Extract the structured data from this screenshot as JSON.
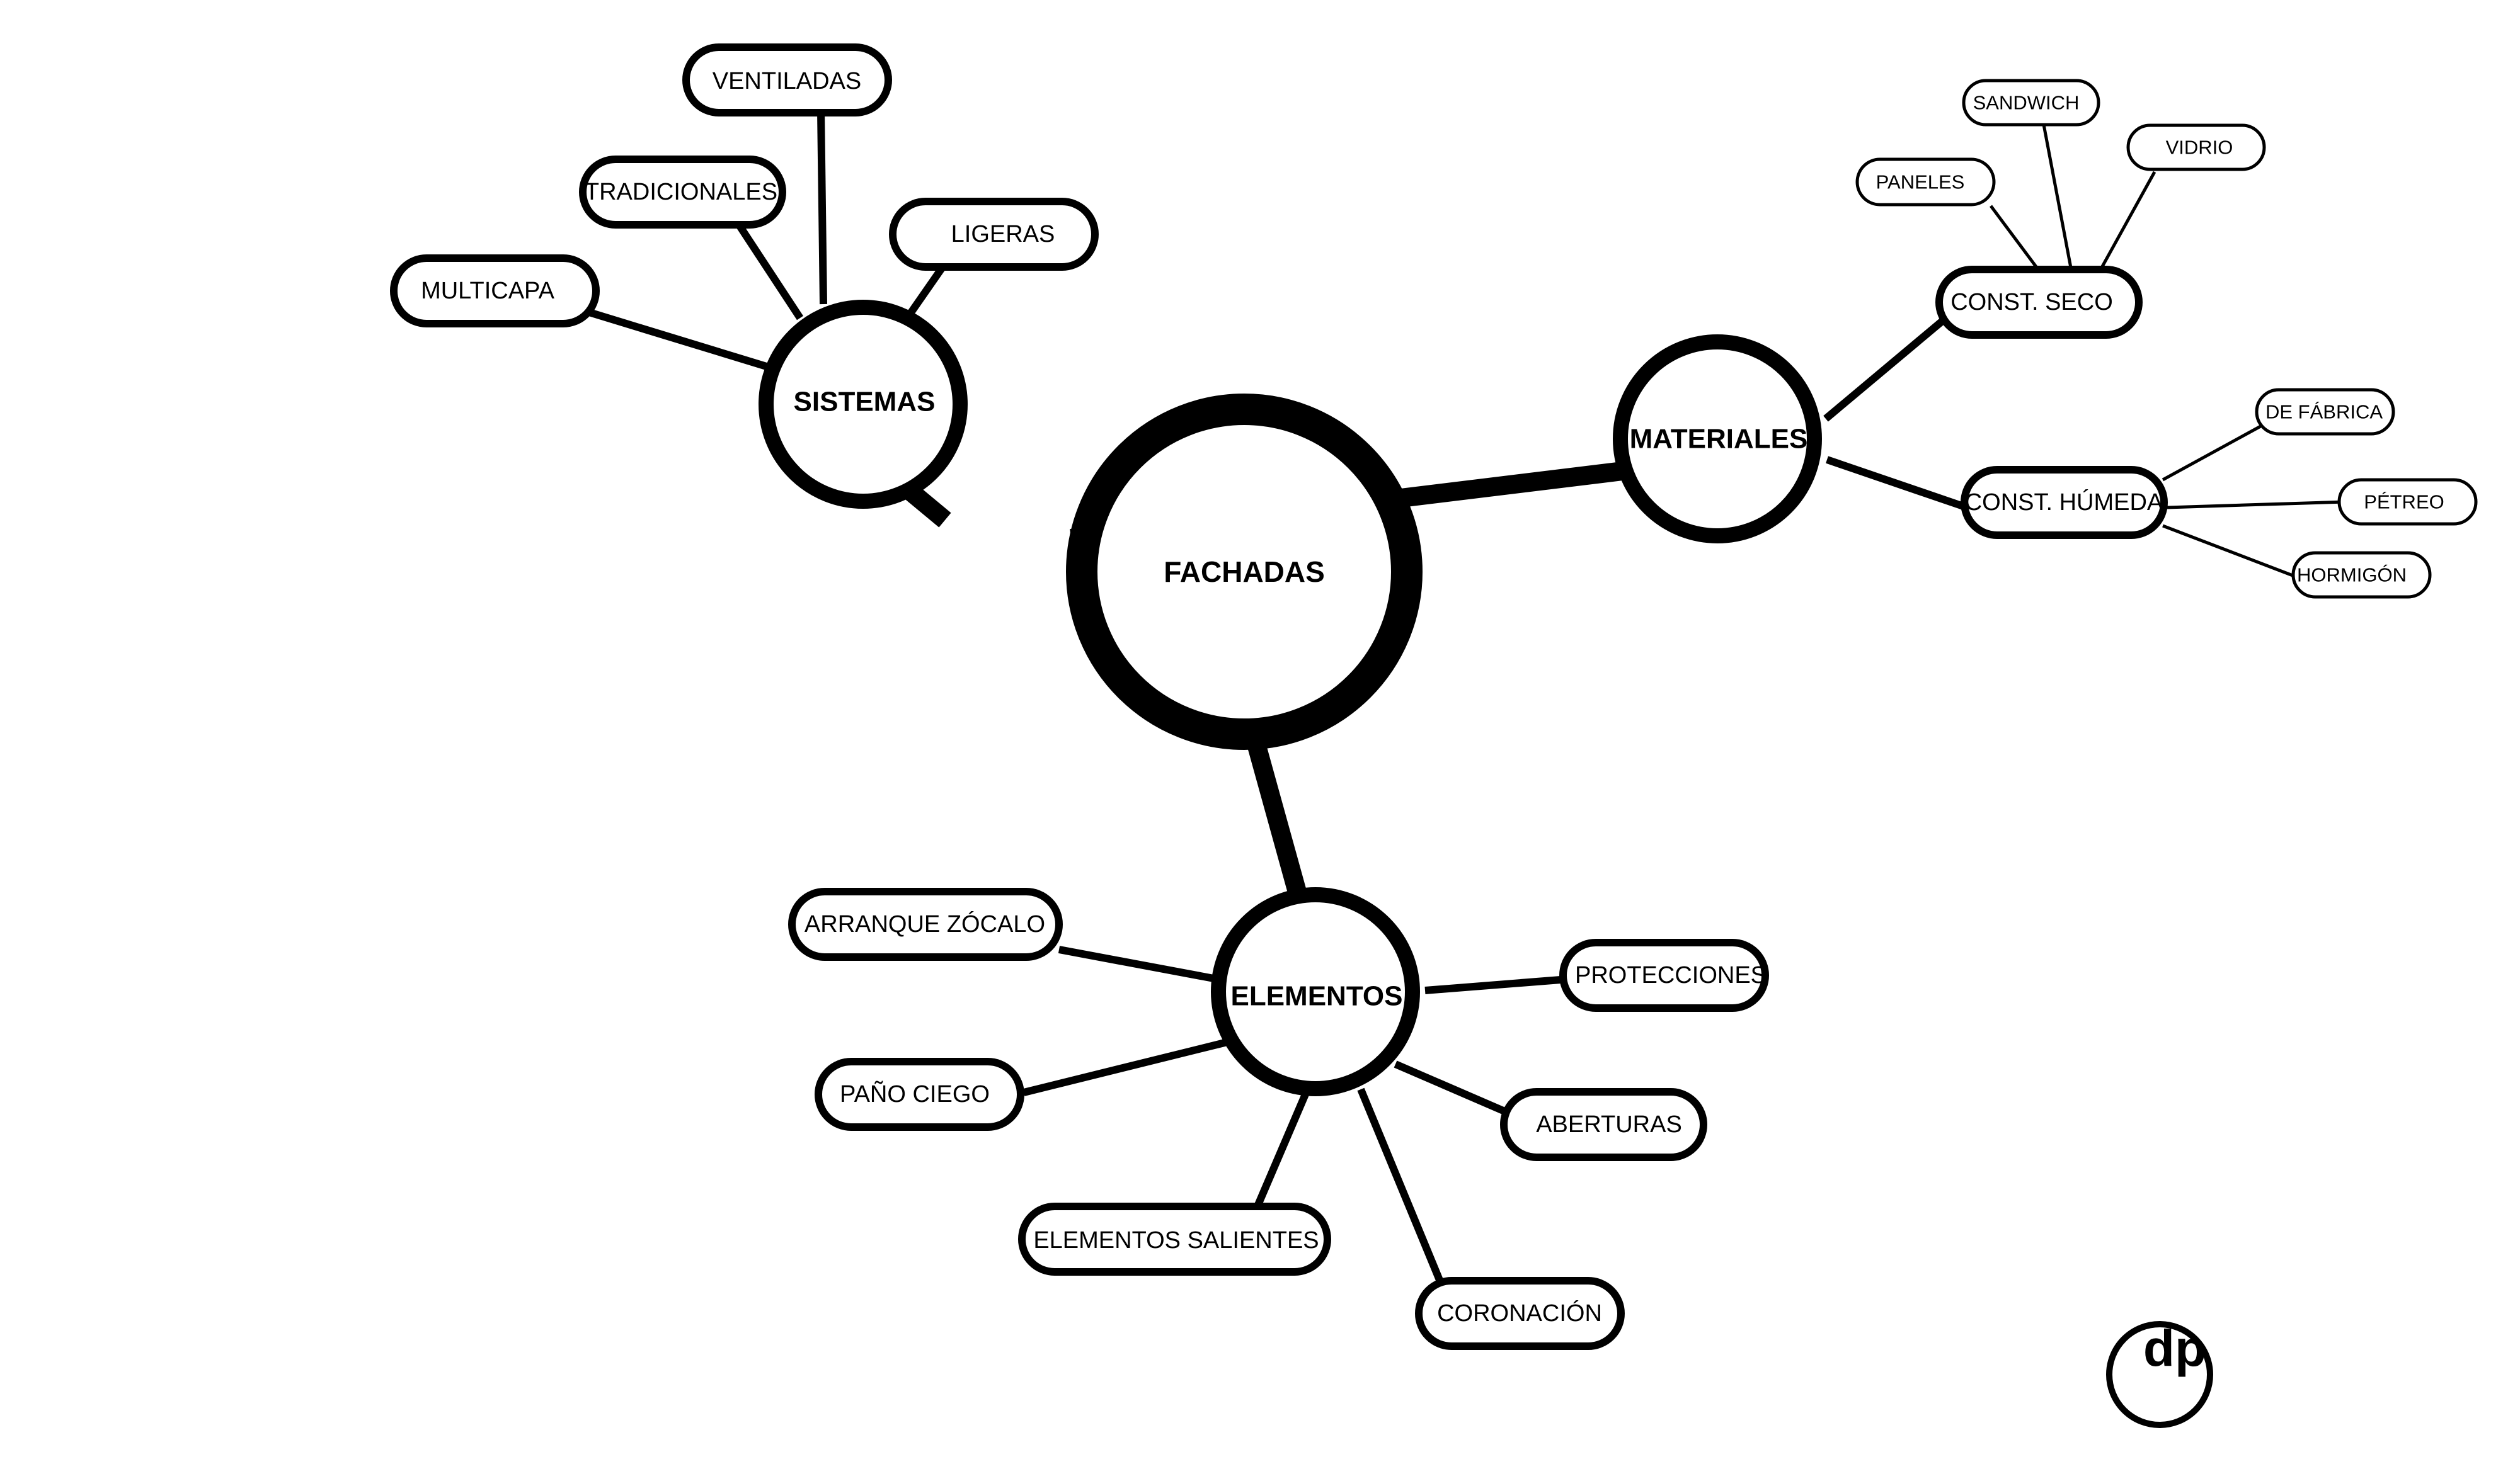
{
  "center": {
    "label": "FACHADAS"
  },
  "branches": {
    "sistemas": {
      "label": "SISTEMAS",
      "children": [
        "VENTILADAS",
        "TRADICIONALES",
        "LIGERAS",
        "MULTICAPA"
      ]
    },
    "materiales": {
      "label": "MATERIALES",
      "const_seco": {
        "label": "CONST. SECO",
        "children": [
          "SANDWICH",
          "PANELES",
          "VIDRIO"
        ]
      },
      "const_humeda": {
        "label": "CONST. HÚMEDA",
        "children": [
          "DE FÁBRICA",
          "PÉTREO",
          "HORMIGÓN"
        ]
      }
    },
    "elementos": {
      "label": "ELEMENTOS",
      "children": [
        "ARRANQUE ZÓCALO",
        "PROTECCIONES",
        "PAÑO CIEGO",
        "ABERTURAS",
        "ELEMENTOS SALIENTES",
        "CORONACIÓN"
      ]
    }
  },
  "logo": {
    "text": "dp"
  }
}
